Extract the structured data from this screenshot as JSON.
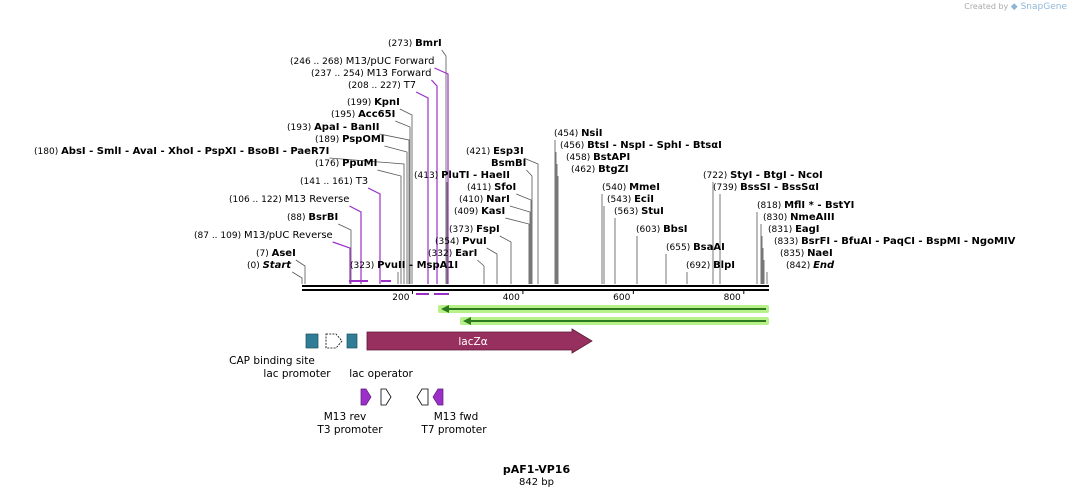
{
  "credit": {
    "prefix": "Created by",
    "brand": "SnapGene"
  },
  "map": {
    "name": "pAF1-VP16",
    "length_label": "842 bp",
    "ticks": [
      "200",
      "400",
      "600",
      "800"
    ]
  },
  "sites": [
    {
      "pos": "(273)",
      "name": "BmrI",
      "type": "enzyme"
    },
    {
      "pos": "(246 .. 268)",
      "name": "M13/pUC Forward",
      "type": "primer"
    },
    {
      "pos": "(237 .. 254)",
      "name": "M13 Forward",
      "type": "primer"
    },
    {
      "pos": "(208 .. 227)",
      "name": "T7",
      "type": "primer"
    },
    {
      "pos": "(199)",
      "name": "KpnI",
      "type": "enzyme"
    },
    {
      "pos": "(195)",
      "name": "Acc65I",
      "type": "enzyme"
    },
    {
      "pos": "(193)",
      "name": "ApaI - BanII",
      "type": "enzyme"
    },
    {
      "pos": "(189)",
      "name": "PspOMI",
      "type": "enzyme"
    },
    {
      "pos": "(180)",
      "name": "AbsI - SmlI - AvaI - XhoI - PspXI - BsoBI - PaeR7I",
      "type": "enzyme"
    },
    {
      "pos": "(176)",
      "name": "PpuMI",
      "type": "enzyme"
    },
    {
      "pos": "(141 .. 161)",
      "name": "T3",
      "type": "primer"
    },
    {
      "pos": "(106 .. 122)",
      "name": "M13 Reverse",
      "type": "primer"
    },
    {
      "pos": "(88)",
      "name": "BsrBI",
      "type": "enzyme"
    },
    {
      "pos": "(87 .. 109)",
      "name": "M13/pUC Reverse",
      "type": "primer"
    },
    {
      "pos": "(7)",
      "name": "AseI",
      "type": "enzyme"
    },
    {
      "pos": "(0)",
      "name": "Start",
      "type": "end"
    },
    {
      "pos": "(323)",
      "name": "PvuII - MspA1I",
      "type": "enzyme"
    },
    {
      "pos": "(413)",
      "name": "PluTI - HaeII",
      "type": "enzyme"
    },
    {
      "pos": "(421)",
      "name": "Esp3I",
      "type": "enzyme"
    },
    {
      "pos": "",
      "name": "BsmBI",
      "type": "enzyme"
    },
    {
      "pos": "(411)",
      "name": "SfoI",
      "type": "enzyme"
    },
    {
      "pos": "(410)",
      "name": "NarI",
      "type": "enzyme"
    },
    {
      "pos": "(409)",
      "name": "KasI",
      "type": "enzyme"
    },
    {
      "pos": "(373)",
      "name": "FspI",
      "type": "enzyme"
    },
    {
      "pos": "(354)",
      "name": "PvuI",
      "type": "enzyme"
    },
    {
      "pos": "(332)",
      "name": "EarI",
      "type": "enzyme"
    },
    {
      "pos": "(454)",
      "name": "NsiI",
      "type": "enzyme"
    },
    {
      "pos": "(456)",
      "name": "BtsI - NspI - SphI - BtsαI",
      "type": "enzyme"
    },
    {
      "pos": "(458)",
      "name": "BstAPI",
      "type": "enzyme"
    },
    {
      "pos": "(462)",
      "name": "BtgZI",
      "type": "enzyme"
    },
    {
      "pos": "(540)",
      "name": "MmeI",
      "type": "enzyme"
    },
    {
      "pos": "(543)",
      "name": "EciI",
      "type": "enzyme"
    },
    {
      "pos": "(563)",
      "name": "StuI",
      "type": "enzyme"
    },
    {
      "pos": "(603)",
      "name": "BbsI",
      "type": "enzyme"
    },
    {
      "pos": "(655)",
      "name": "BsaAI",
      "type": "enzyme"
    },
    {
      "pos": "(692)",
      "name": "BlpI",
      "type": "enzyme"
    },
    {
      "pos": "(722)",
      "name": "StyI - BtgI - NcoI",
      "type": "enzyme"
    },
    {
      "pos": "(739)",
      "name": "BssSI - BssSαI",
      "type": "enzyme"
    },
    {
      "pos": "(818)",
      "name": "MflI * - BstYI",
      "type": "enzyme"
    },
    {
      "pos": "(830)",
      "name": "NmeAIII",
      "type": "enzyme"
    },
    {
      "pos": "(831)",
      "name": "EagI",
      "type": "enzyme"
    },
    {
      "pos": "(833)",
      "name": "BsrFI - BfuAI - PaqCI - BspMI - NgoMIV",
      "type": "enzyme"
    },
    {
      "pos": "(835)",
      "name": "NaeI",
      "type": "enzyme"
    },
    {
      "pos": "(842)",
      "name": "End",
      "type": "end"
    }
  ],
  "features": [
    {
      "name": "lacZα",
      "type": "CDS",
      "color": "#98305f"
    },
    {
      "name": "CAP binding site",
      "type": "protein_bind",
      "color": "#317d96"
    },
    {
      "name": "lac promoter",
      "type": "promoter",
      "color": "#ffffff"
    },
    {
      "name": "lac operator",
      "type": "protein_bind",
      "color": "#317d96"
    },
    {
      "name": "M13 rev",
      "type": "primer_bind",
      "color": "#9b2fc8"
    },
    {
      "name": "T3 promoter",
      "type": "promoter",
      "color": "#ffffff"
    },
    {
      "name": "M13 fwd",
      "type": "primer_bind",
      "color": "#9b2fc8"
    },
    {
      "name": "T7 promoter",
      "type": "promoter",
      "color": "#ffffff"
    }
  ],
  "colors": {
    "primer": "#9b2fc8",
    "orf": "#2c7a1e",
    "orf_glow": "#b8f08a",
    "backbone": "#000000"
  }
}
